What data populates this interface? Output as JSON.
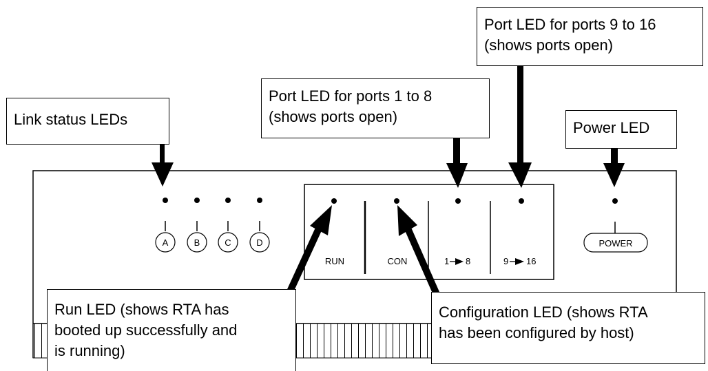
{
  "callouts": {
    "link_status": [
      "Link status LEDs"
    ],
    "port_1_8": [
      "Port LED for ports 1 to 8",
      "(shows ports open)"
    ],
    "port_9_16": [
      "Port LED for ports 9 to 16",
      "(shows ports open)"
    ],
    "power": [
      "Power LED"
    ],
    "run": [
      "Run LED (shows RTA has",
      "booted up successfully and",
      "is running)"
    ],
    "configuration": [
      "Configuration LED (shows RTA",
      "has been configured by host)"
    ]
  },
  "link_leds": [
    "A",
    "B",
    "C",
    "D"
  ],
  "status_box": {
    "run": "RUN",
    "con": "CON",
    "ports_1_8": {
      "from": "1",
      "to": "8"
    },
    "ports_9_16": {
      "from": "9",
      "to": "16"
    }
  },
  "power": {
    "label": "POWER"
  }
}
